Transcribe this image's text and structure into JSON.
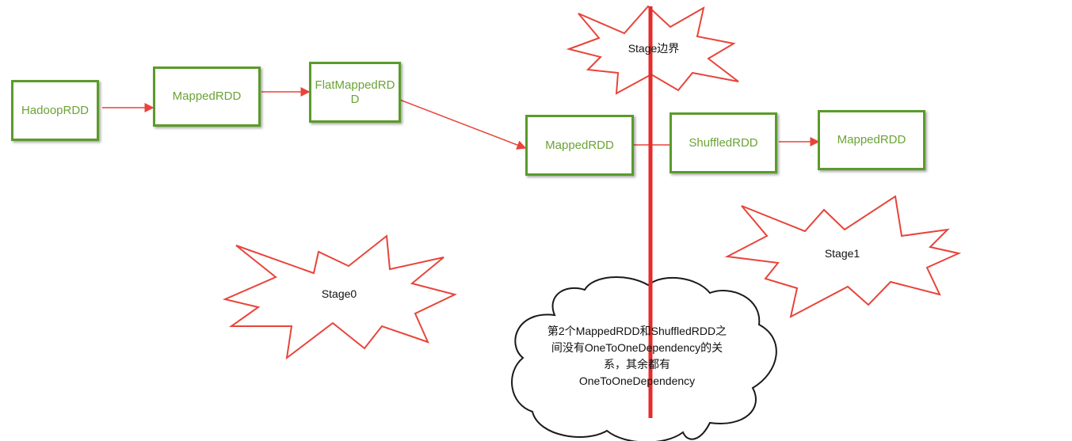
{
  "nodes": {
    "hadoop": "HadoopRDD",
    "mapped1": "MappedRDD",
    "flatmapped": "FlatMappedRDD",
    "mapped2": "MappedRDD",
    "shuffled": "ShuffledRDD",
    "mapped3": "MappedRDD"
  },
  "callouts": {
    "boundary": "Stage边界",
    "stage0": "Stage0",
    "stage1": "Stage1"
  },
  "note": {
    "line1": "第2个MappedRDD和ShuffledRDD之",
    "line2": "间没有OneToOneDependency的关",
    "line3": "系，其余都有",
    "line4": "OneToOneDependency"
  },
  "colors": {
    "node_border": "#5b9b2a",
    "node_text": "#6aa436",
    "arrow": "#e8443a",
    "burst_stroke": "#e8443a",
    "boundary_line": "#e52b2b"
  }
}
